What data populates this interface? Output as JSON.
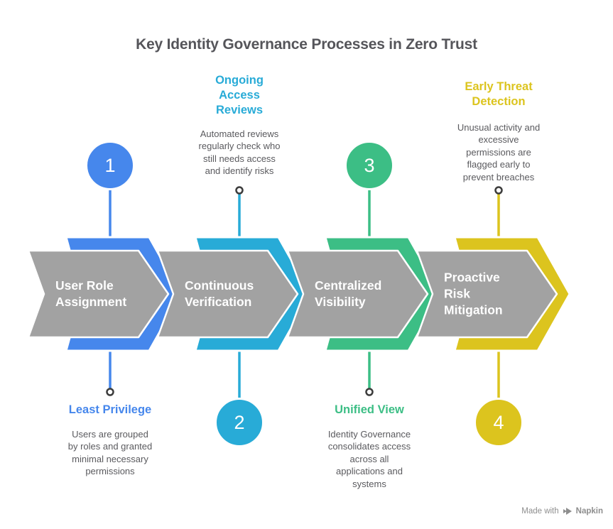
{
  "title": "Key Identity Governance Processes in Zero Trust",
  "colors": {
    "title_text": "#55555A",
    "arrow_body": "#A2A2A2",
    "arrow_label_text": "#FFFFFF",
    "description_text": "#5A5A5E",
    "connector_dot": "#3C3C3C",
    "blue": "#4687EC",
    "cyan": "#28ABD7",
    "green": "#3CBE85",
    "yellow": "#DCC41E",
    "watermark_text": "#8E8E8E"
  },
  "steps": [
    {
      "number": "1",
      "accent": "#4687EC",
      "arrow_label": "User Role\nAssignment",
      "callout": {
        "position": "bottom",
        "heading": "Least Privilege",
        "description": "Users are grouped\nby roles and granted\nminimal necessary\npermissions"
      }
    },
    {
      "number": "2",
      "accent": "#28ABD7",
      "arrow_label": "Continuous\nVerification",
      "callout": {
        "position": "top",
        "heading": "Ongoing\nAccess\nReviews",
        "description": "Automated reviews\nregularly check who\nstill needs access\nand identify risks"
      }
    },
    {
      "number": "3",
      "accent": "#3CBE85",
      "arrow_label": "Centralized\nVisibility",
      "callout": {
        "position": "bottom",
        "heading": "Unified View",
        "description": "Identity Governance\nconsolidates access\nacross all\napplications and\nsystems"
      }
    },
    {
      "number": "4",
      "accent": "#DCC41E",
      "arrow_label": "Proactive\nRisk\nMitigation",
      "callout": {
        "position": "top",
        "heading": "Early Threat\nDetection",
        "description": "Unusual activity and\nexcessive\npermissions are\nflagged early to\nprevent breaches"
      }
    }
  ],
  "watermark": {
    "prefix": "Made with",
    "brand": "Napkin",
    "icon": "napkin-logo-icon"
  }
}
